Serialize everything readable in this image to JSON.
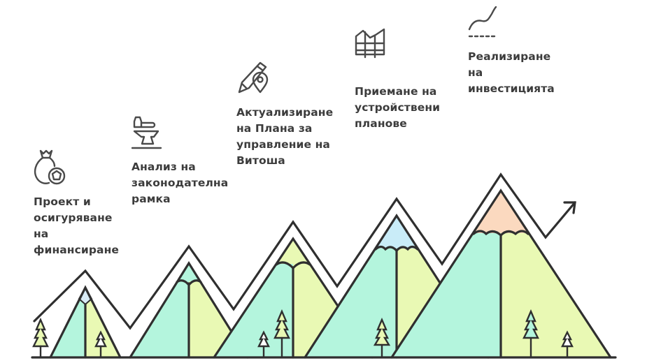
{
  "diagram": {
    "type": "roadmap-mountains",
    "colors": {
      "stroke": "#2f2f2f",
      "mint": "#b4f5dd",
      "lime": "#e9f9b4",
      "snow_blue": "#c9ecf8",
      "snow_peach": "#fbd9bf",
      "snow_white": "#d9ecf6"
    },
    "steps": [
      {
        "id": 1,
        "icon": "money-bag-coin-icon",
        "label": "Проект и\nосигуряване\nна\nфинансиране"
      },
      {
        "id": 2,
        "icon": "hammer-anvil-icon",
        "label": "Анализ на\nзаконодателна\nрамка"
      },
      {
        "id": 3,
        "icon": "pencil-map-pin-icon",
        "label": "Актуализиране\nна Плана за\nуправление на\nВитоша"
      },
      {
        "id": 4,
        "icon": "building-grid-icon",
        "label": "Приемане на\nустройствени\nпланове"
      },
      {
        "id": 5,
        "icon": "trend-line-icon",
        "label": "Реализиране\nна\nинвестицията"
      }
    ],
    "flow": {
      "direction": "left-to-right",
      "end": "arrow-up-right"
    }
  }
}
